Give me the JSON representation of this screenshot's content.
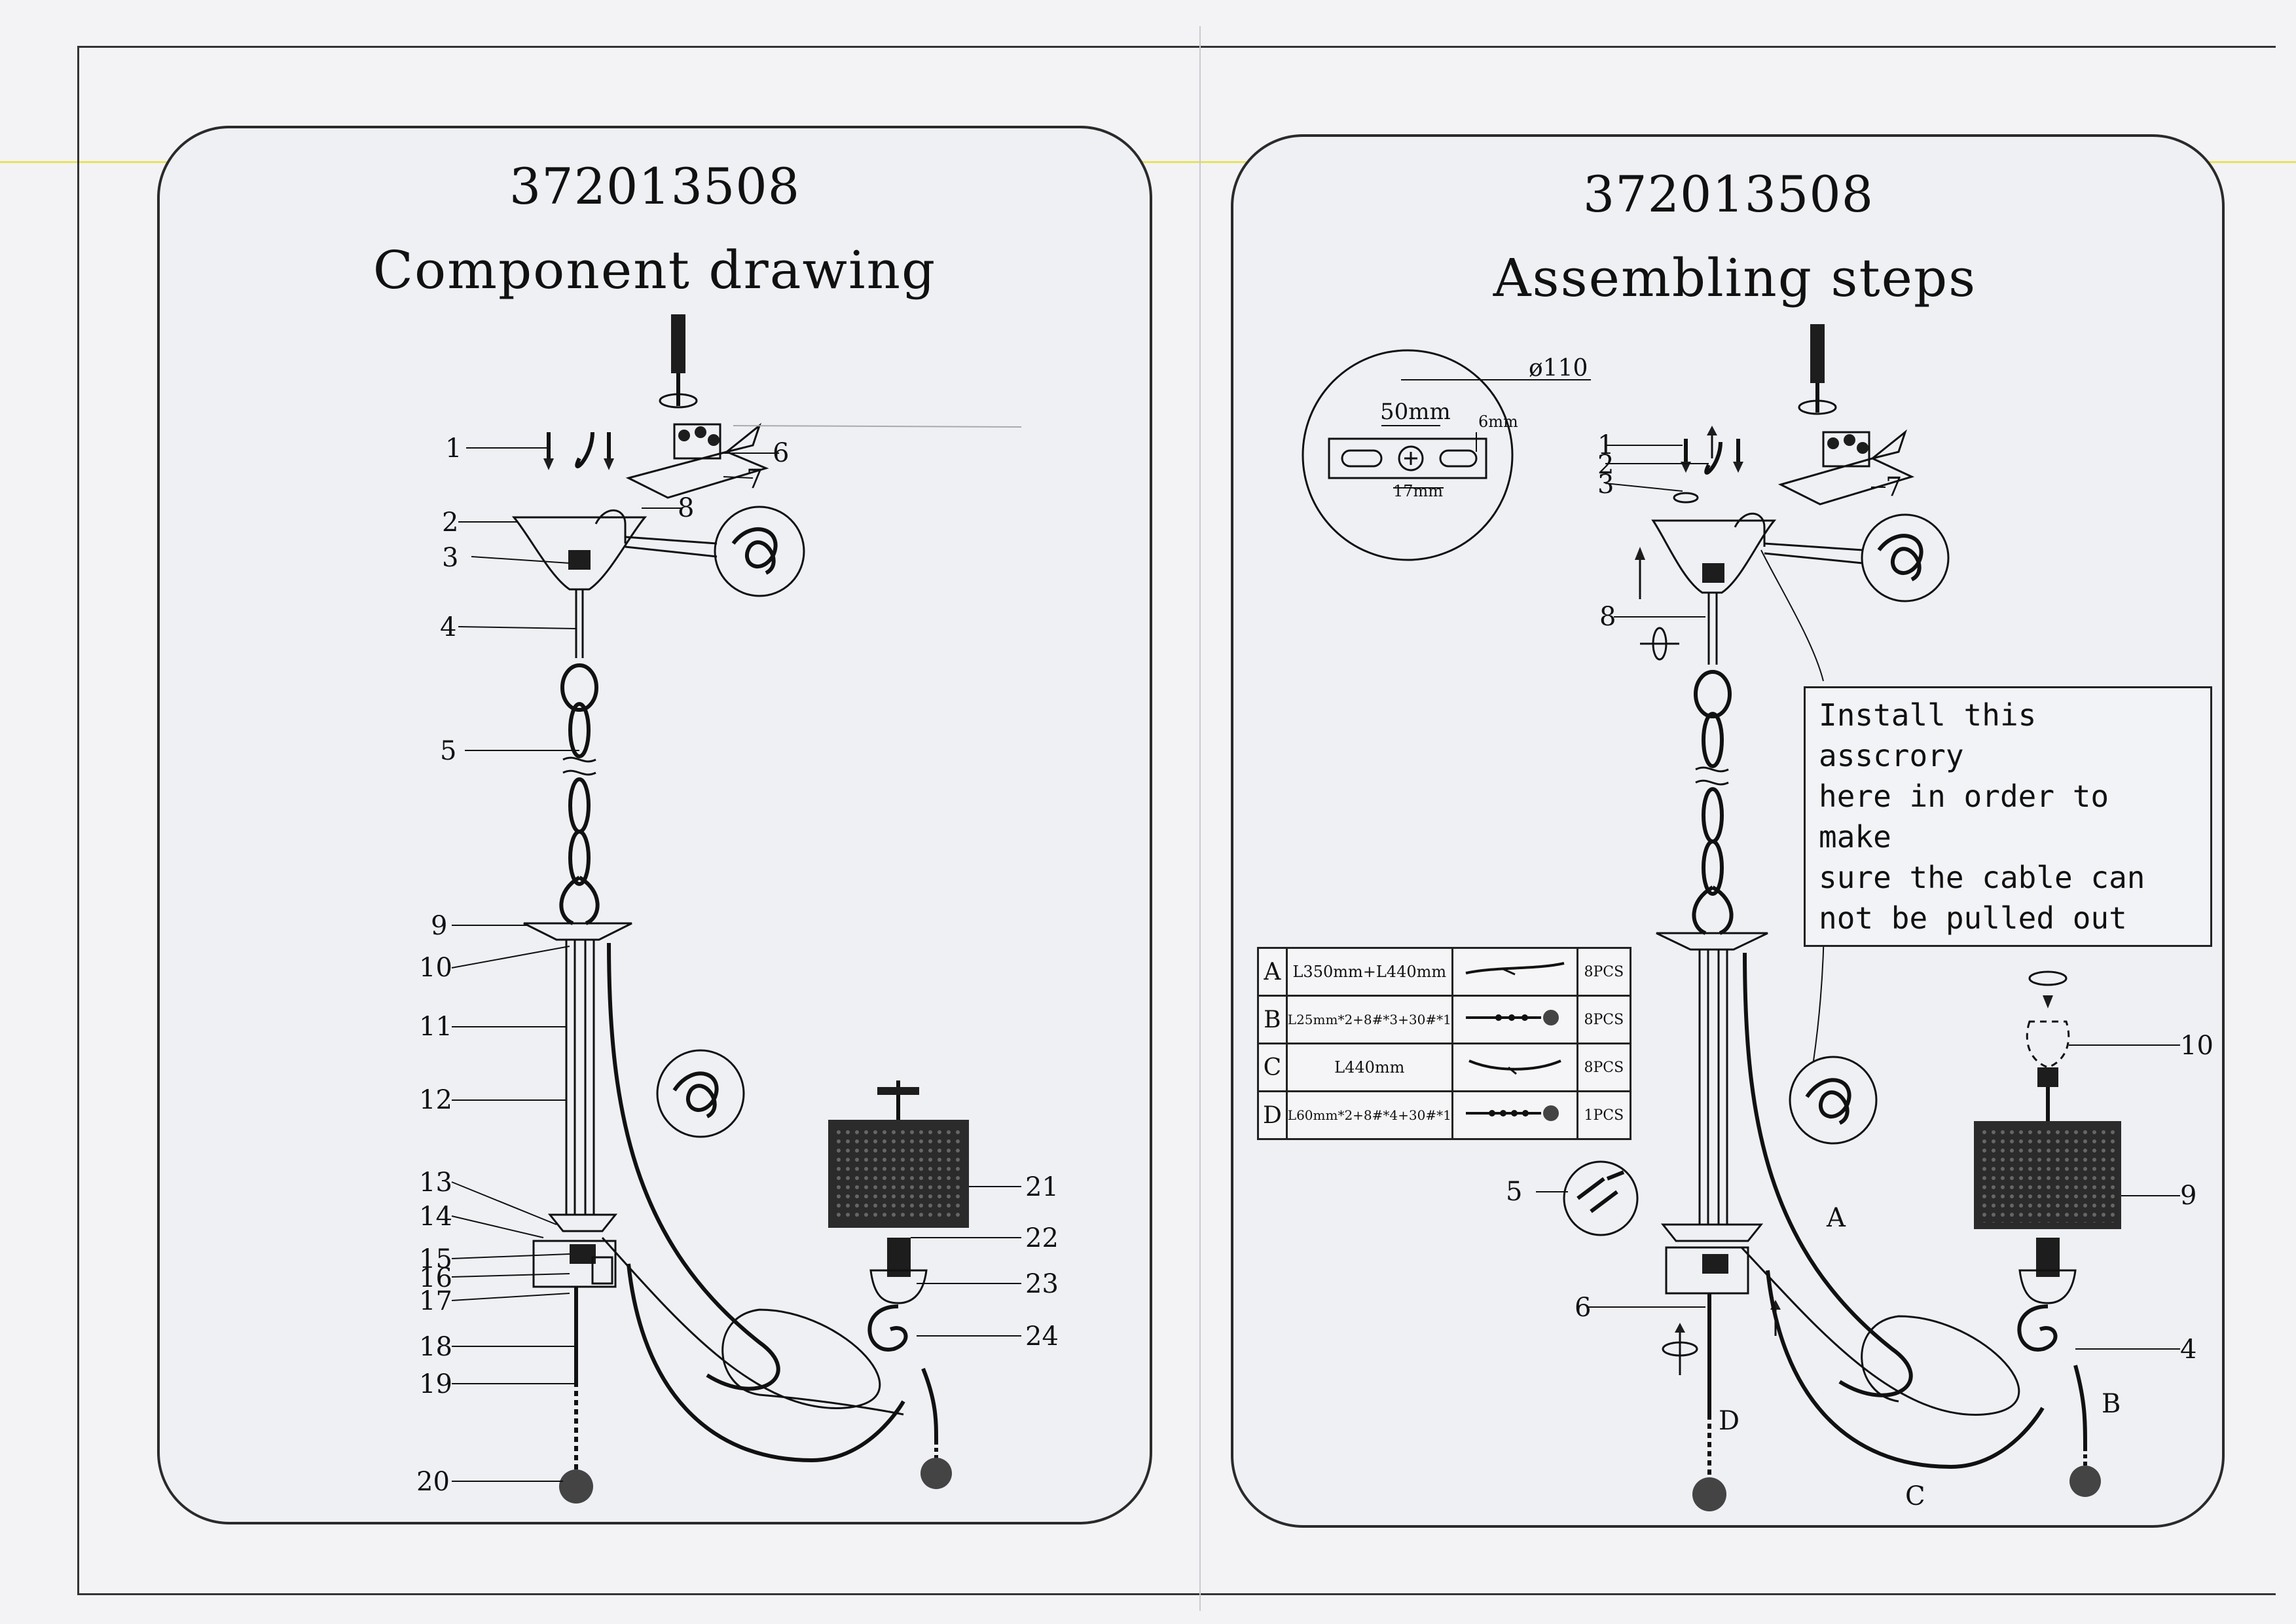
{
  "left": {
    "model": "372013508",
    "title": "Component drawing",
    "parts": [
      "1",
      "2",
      "3",
      "4",
      "5",
      "6",
      "7",
      "8",
      "9",
      "10",
      "11",
      "12",
      "13",
      "14",
      "15",
      "16",
      "17",
      "18",
      "19",
      "20",
      "21",
      "22",
      "23",
      "24"
    ]
  },
  "right": {
    "model": "372013508",
    "title": "Assembling steps",
    "bracket": {
      "diameter": "ø110",
      "length": "50mm",
      "height": "6mm",
      "spacing": "17mm"
    },
    "labels": {
      "n1": "1",
      "n2": "2",
      "n3": "3",
      "n7": "7",
      "n8": "8",
      "n5": "5",
      "n6": "6",
      "n10": "10",
      "n9": "9",
      "n4": "4",
      "A": "A",
      "B": "B",
      "C": "C",
      "D": "D"
    },
    "note": [
      "Install this asscrory",
      "here in order to make",
      "sure the cable can",
      "not be pulled out"
    ],
    "table": [
      {
        "key": "A",
        "spec": "L350mm+L440mm",
        "qty": "8PCS"
      },
      {
        "key": "B",
        "spec": "L25mm*2+8#*3+30#*1",
        "qty": "8PCS"
      },
      {
        "key": "C",
        "spec": "L440mm",
        "qty": "8PCS"
      },
      {
        "key": "D",
        "spec": "L60mm*2+8#*4+30#*1",
        "qty": "1PCS"
      }
    ]
  }
}
